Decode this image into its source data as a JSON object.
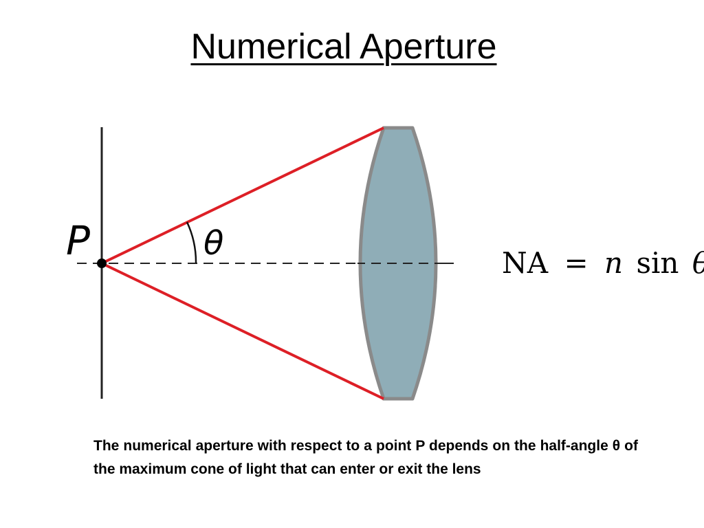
{
  "slide": {
    "title": "Numerical Aperture",
    "caption": "The numerical aperture with respect to a point P depends on the half-angle θ of the maximum cone of light that can enter or exit the lens"
  },
  "diagram": {
    "point_label": "P",
    "angle_label": "θ",
    "formula": {
      "lhs": "NA",
      "equals": "=",
      "n": "n",
      "sin": "sin",
      "theta": "θ"
    }
  },
  "colors": {
    "ray": "#dd1f26",
    "lens_fill": "#8fadb7",
    "lens_stroke": "#8a8a8a",
    "axis": "#222222"
  }
}
